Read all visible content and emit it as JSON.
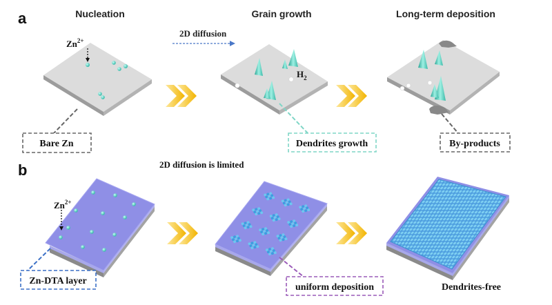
{
  "panel_a": {
    "label": "a",
    "step1_title": "Nucleation",
    "step2_title": "Grain growth",
    "step3_title": "Long-term deposition",
    "ion": "Zn",
    "ion_charge": "2+",
    "diffusion_label": "2D diffusion",
    "gas_symbol": "H",
    "gas_subscript": "2",
    "callout_1": "Bare Zn",
    "callout_2": "Dendrites growth",
    "callout_3": "By-products"
  },
  "panel_b": {
    "label": "b",
    "subtitle": "2D diffusion is limited",
    "ion": "Zn",
    "ion_charge": "2+",
    "callout_1": "Zn-DTA layer",
    "callout_2": "uniform deposition",
    "result_label": "Dendrites-free"
  },
  "colors": {
    "zn_plate": "#dcdcdc",
    "dta_layer": "#8f8fe6",
    "ion": "#47c9ba",
    "deposit": "#2e8fd8",
    "arrow_light": "#fbe08a",
    "arrow_dark": "#f0b400",
    "callout_grey": "#666666",
    "callout_teal": "#7fd6c6",
    "callout_blue": "#3a6fc6",
    "callout_purple": "#9a5ab8"
  }
}
